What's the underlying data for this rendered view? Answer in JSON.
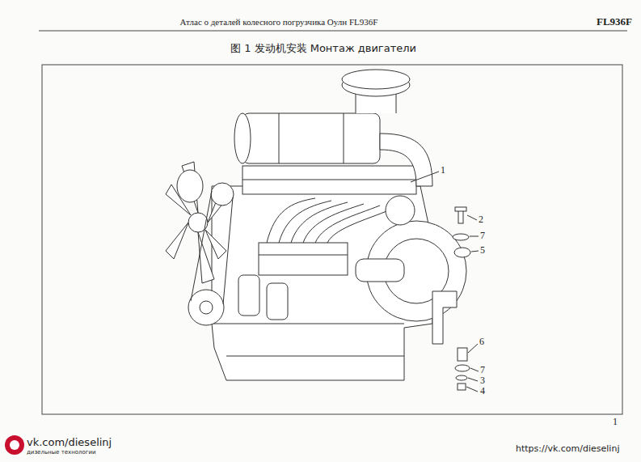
{
  "diagram": {
    "title": "图 1 发动机安装 Монтаж двигатели",
    "labels": [
      "Атлас о деталей колесного погрузчика Оулн FL936F",
      "FL936F",
      "1",
      "2",
      "7",
      "5",
      "6",
      "7",
      "3",
      "4",
      "1",
      "vk.com/dieselinj",
      "дизельные технологии",
      "https://vk.com/dieselinj"
    ]
  }
}
